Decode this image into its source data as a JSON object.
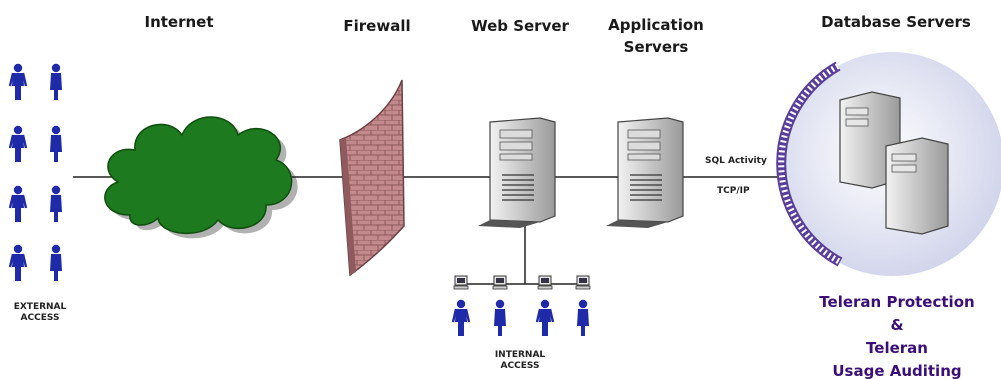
{
  "headers": {
    "internet": "Internet",
    "firewall": "Firewall",
    "web_server": "Web Server",
    "application_servers_line1": "Application",
    "application_servers_line2": "Servers",
    "database_servers": "Database Servers"
  },
  "labels": {
    "external_access_line1": "EXTERNAL",
    "external_access_line2": "ACCESS",
    "internal_access_line1": "INTERNAL",
    "internal_access_line2": "ACCESS",
    "sql_activity": "SQL Activity",
    "tcp_ip": "TCP/IP"
  },
  "telera": {
    "line1": "Teleran Protection",
    "line2": "&",
    "line3": "Teleran",
    "line4": "Usage Auditing"
  },
  "colors": {
    "person": "#1f2aa8",
    "cloud": "#1e7a1e",
    "firewall": "#b8777a",
    "server": "#cfcfcf",
    "accent_text": "#3b0f77",
    "ring": "#7a5fb5"
  }
}
